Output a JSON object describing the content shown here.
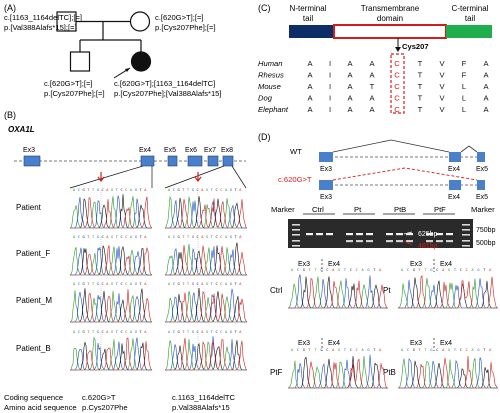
{
  "panelA": {
    "label": "(A)",
    "father_g1": "c.[1163_1164delTC];[=]",
    "father_p1": "p.[Val388Alafs*15];[=]",
    "mother_g1": "c.[620G>T];[=]",
    "mother_p1": "p.[Cys207Phe];[=]",
    "son_g": "c.[620G>T];[=]",
    "son_p": "p.[Cys207Phe];[=]",
    "proband_g": "c.[620G>T];[1163_1164delTC]",
    "proband_p": "p.[Cys207Phe];[Val388Alafs*15]"
  },
  "panelB": {
    "label": "(B)",
    "gene": "OXA1L",
    "exons": [
      "Ex3",
      "Ex4",
      "Ex5",
      "Ex6",
      "Ex7",
      "Ex8"
    ],
    "rows": [
      "Patient",
      "Patient_F",
      "Patient_M",
      "Patient_B"
    ],
    "footer_left1": "Coding sequence",
    "footer_left2": "Amino acid sequence",
    "var1_c": "c.620G>T",
    "var1_p": "p.Cys207Phe",
    "var2_c": "c.1163_1164delTC",
    "var2_p": "p.Val388Alafs*15"
  },
  "panelC": {
    "label": "(C)",
    "domain_n": "N-terminal\ntail",
    "domain_tm": "Transmembrane\ndomain",
    "domain_c": "C-terminal\ntail",
    "site": "Cys207",
    "species": [
      "Human",
      "Rhesus",
      "Mouse",
      "Dog",
      "Elephant"
    ],
    "alignment": [
      [
        "A",
        "I",
        "A",
        "A",
        "C",
        "T",
        "V",
        "F",
        "A"
      ],
      [
        "A",
        "I",
        "A",
        "A",
        "C",
        "T",
        "V",
        "F",
        "A"
      ],
      [
        "A",
        "I",
        "A",
        "T",
        "C",
        "T",
        "V",
        "L",
        "A"
      ],
      [
        "A",
        "I",
        "A",
        "A",
        "C",
        "T",
        "V",
        "L",
        "A"
      ],
      [
        "A",
        "I",
        "A",
        "A",
        "C",
        "T",
        "V",
        "L",
        "A"
      ]
    ],
    "colors": {
      "n_tail": "#0d2d66",
      "tm": "#d21d1d",
      "c_tail": "#1fae4b"
    }
  },
  "panelD": {
    "label": "(D)",
    "wt": "WT",
    "mut": "c.620G>T",
    "exons": [
      "Ex3",
      "Ex4",
      "Ex5"
    ],
    "gel_lanes": [
      "Marker",
      "Ctrl",
      "Pt",
      "PtB",
      "PtF",
      "Marker"
    ],
    "band_625": "625bp",
    "band_481": "481bp",
    "ladder_750": "750bp",
    "ladder_500": "500bp",
    "chrom_labels": [
      "Ctrl",
      "Pt",
      "PtF",
      "PtB"
    ],
    "junction_left": "Ex3",
    "junction_right": "Ex4"
  }
}
